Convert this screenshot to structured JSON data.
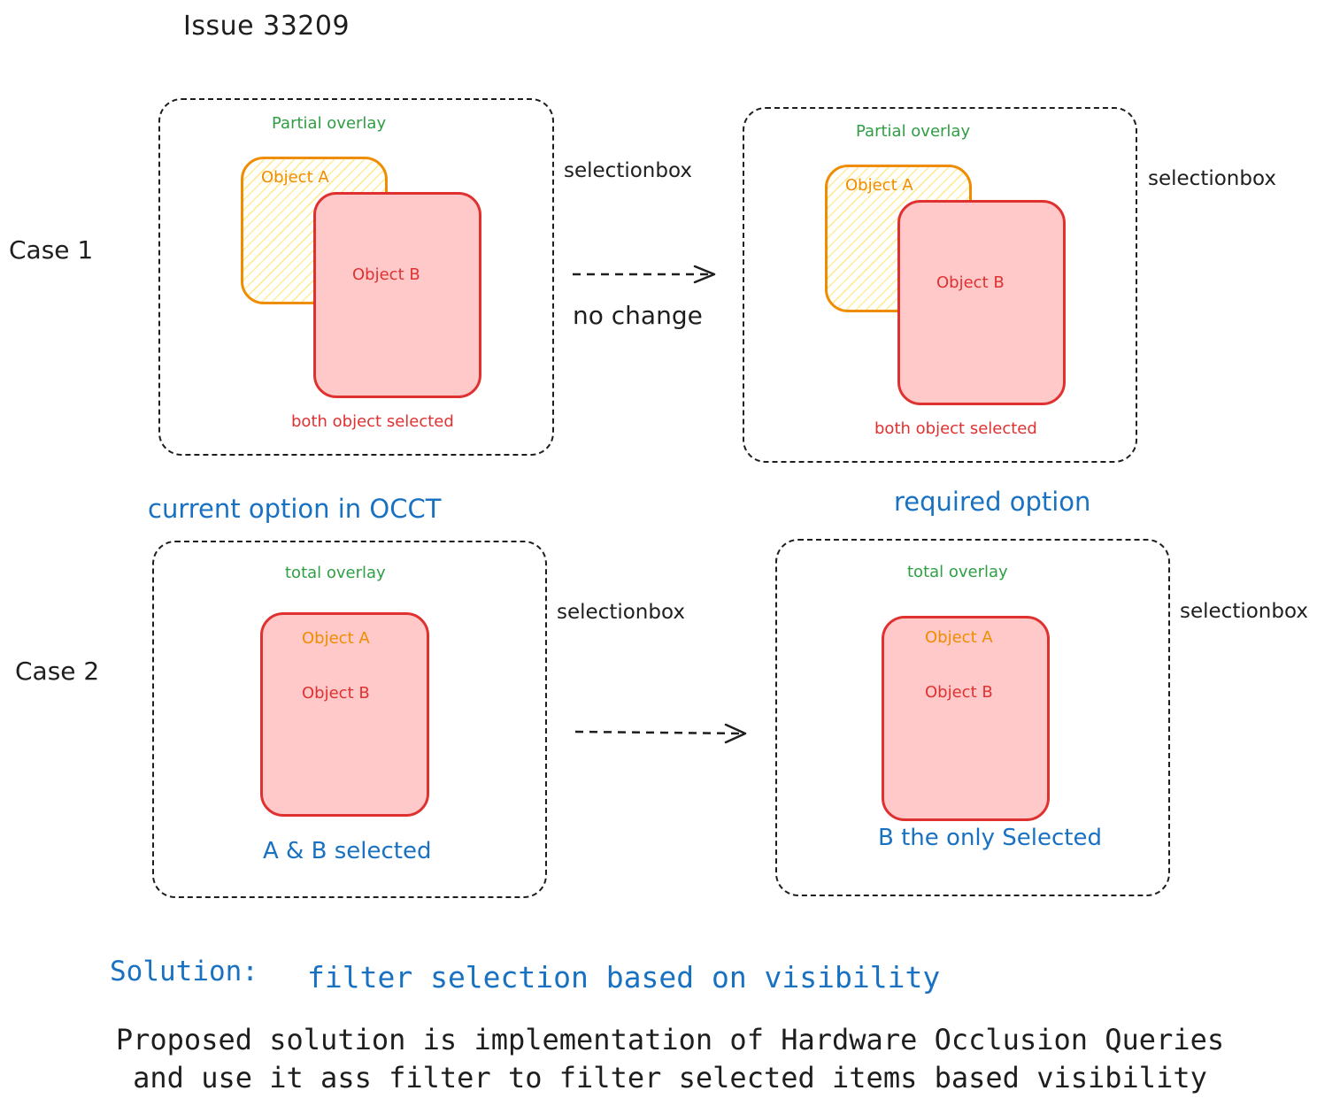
{
  "title": "Issue 33209",
  "cases": [
    {
      "label": "Case 1",
      "transition_label": "no change",
      "before": {
        "overlay_label": "Partial overlay",
        "selection_label": "selectionbox",
        "object_a": "Object A",
        "object_b": "Object B",
        "result": "both object selected"
      },
      "after": {
        "overlay_label": "Partial overlay",
        "selection_label": "selectionbox",
        "object_a": "Object A",
        "object_b": "Object B",
        "result": "both object selected"
      }
    },
    {
      "label": "Case 2",
      "before_heading": "current option in OCCT",
      "after_heading": "required option",
      "before": {
        "overlay_label": "total overlay",
        "selection_label": "selectionbox",
        "object_a": "Object A",
        "object_b": "Object B",
        "result": "A & B selected"
      },
      "after": {
        "overlay_label": "total overlay",
        "selection_label": "selectionbox",
        "object_a": "Object A",
        "object_b": "Object B",
        "result": "B the only Selected"
      }
    }
  ],
  "solution": {
    "label": "Solution:",
    "text": "filter selection based on visibility",
    "proposal_lines": [
      "Proposed solution is implementation of Hardware Occlusion Queries",
      "and use it ass filter to filter selected items based visibility"
    ]
  },
  "colors": {
    "ink": "#1e1e1e",
    "green": "#2f9e44",
    "orange": "#f08c00",
    "red": "#e03131",
    "blue": "#1971c2",
    "object_b_fill": "#ffc9c9",
    "object_a_hatch": "#ffec99"
  }
}
